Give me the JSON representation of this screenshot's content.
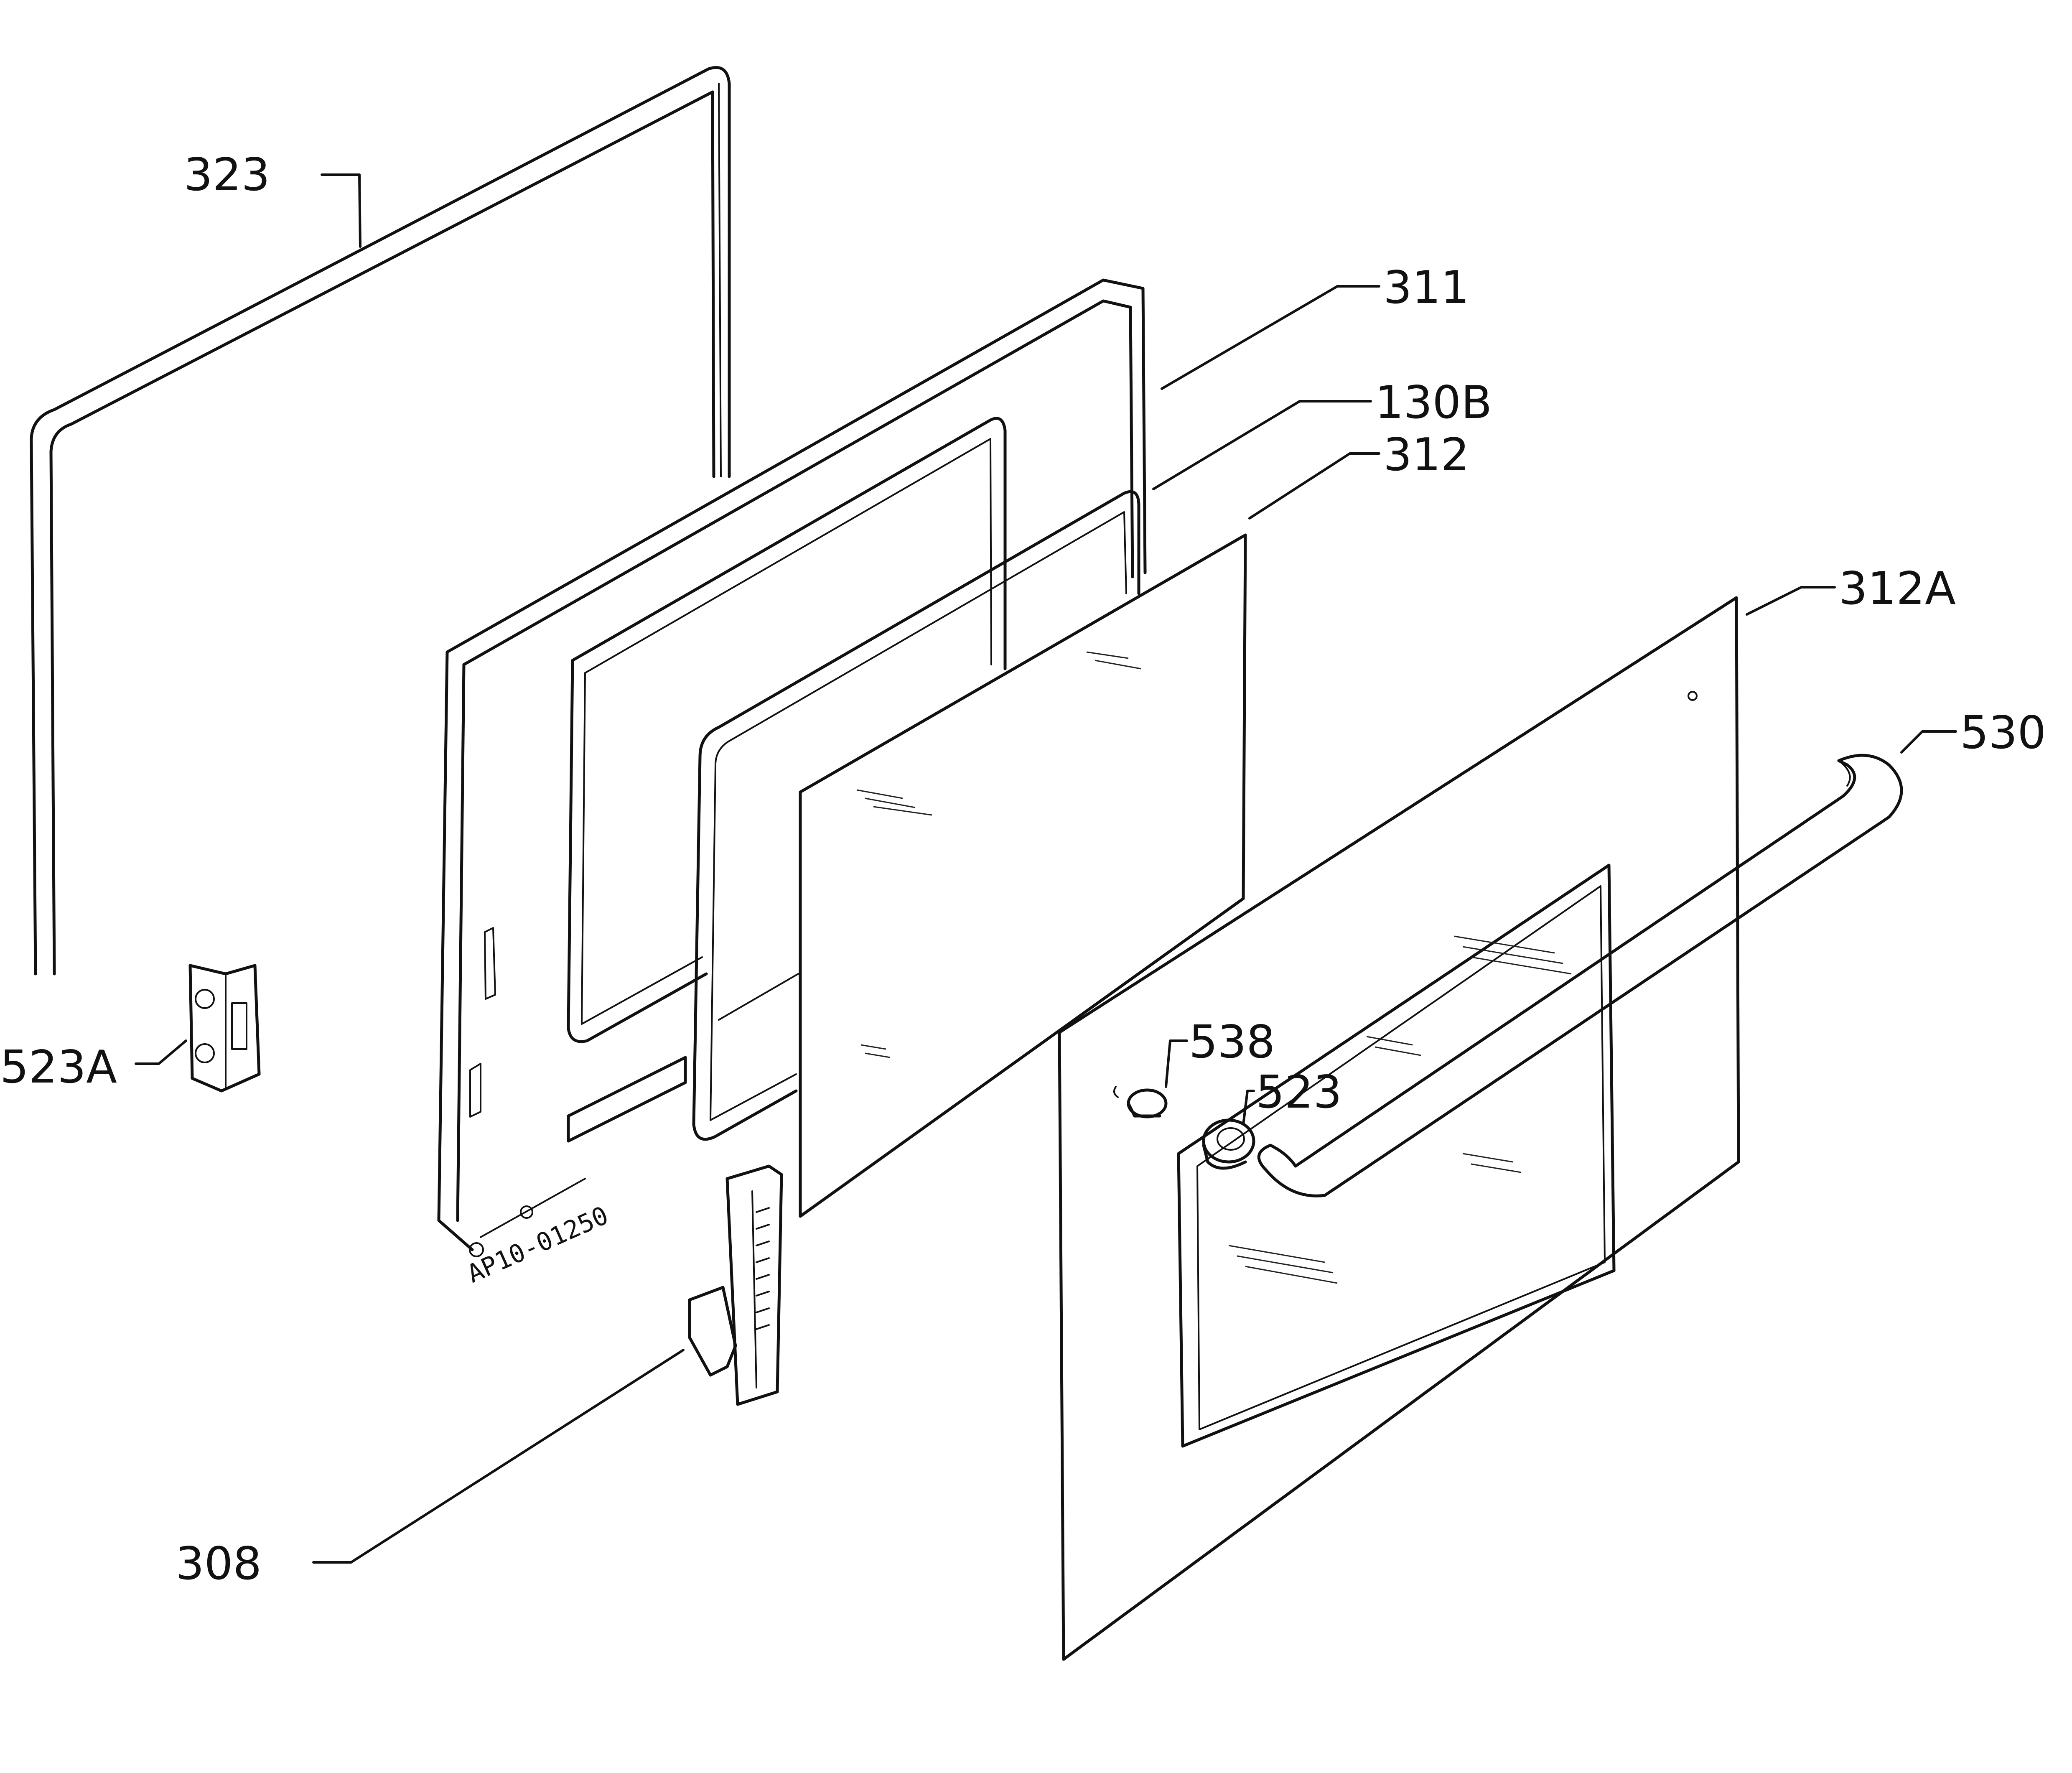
{
  "labels": {
    "p323": "323",
    "p311": "311",
    "p130b": "130B",
    "p312": "312",
    "p312a": "312A",
    "p530": "530",
    "p538": "538",
    "p523": "523",
    "p523a": "523A",
    "p308": "308"
  },
  "drawing_code": "AP10-01250"
}
